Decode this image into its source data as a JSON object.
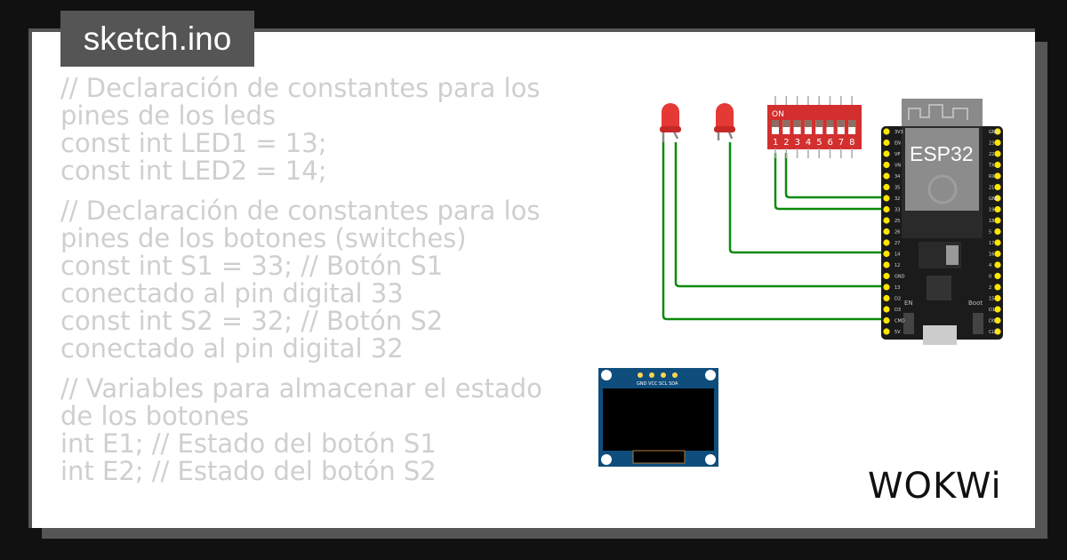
{
  "file_tab": "sketch.ino",
  "code_lines": [
    "// Declaración de constantes para los pines de los leds",
    "const int LED1 = 13;",
    "const int LED2 = 14;",
    "",
    "// Declaración de constantes para los pines de los botones (switches)",
    "const int S1 = 33; // Botón S1 conectado al pin digital 33",
    "const int S2 = 32; // Botón S2 conectado al pin digital 32",
    "",
    "// Variables para almacenar el estado de los botones",
    "int E1; // Estado del botón S1",
    "int E2; // Estado del botón S2"
  ],
  "circuit": {
    "esp32_label": "ESP32",
    "esp32_left_pins": [
      "3V3",
      "EN",
      "VP",
      "VN",
      "34",
      "35",
      "32",
      "33",
      "25",
      "26",
      "27",
      "14",
      "12",
      "GND",
      "13",
      "D2",
      "D3",
      "CMD",
      "5V"
    ],
    "esp32_right_pins": [
      "GND",
      "23",
      "22",
      "TX",
      "RX",
      "21",
      "GND",
      "19",
      "18",
      "5",
      "17",
      "16",
      "4",
      "0",
      "2",
      "15",
      "D1",
      "D0",
      "CLK"
    ],
    "en_label": "EN",
    "boot_label": "Boot",
    "dip_on_label": "ON",
    "dip_numbers": [
      "1",
      "2",
      "3",
      "4",
      "5",
      "6",
      "7",
      "8"
    ],
    "oled_pins": "GND VCC SCL SDA",
    "wire_color": "#0a8a0a",
    "led_color": "#e53935"
  },
  "logo": "WOKWi"
}
